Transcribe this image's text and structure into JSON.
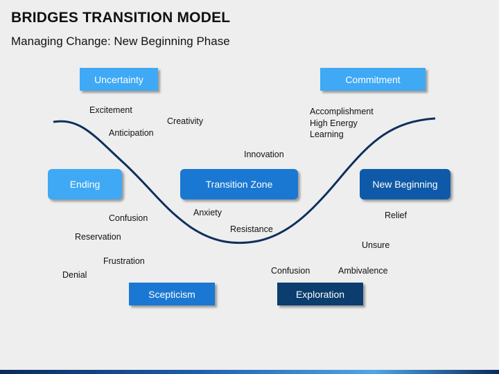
{
  "title": "BRIDGES TRANSITION MODEL",
  "subtitle": "Managing Change: New Beginning Phase",
  "boxes": {
    "uncertainty": "Uncertainty",
    "commitment": "Commitment",
    "ending": "Ending",
    "transition_zone": "Transition Zone",
    "new_beginning": "New Beginning",
    "scepticism": "Scepticism",
    "exploration": "Exploration"
  },
  "labels": {
    "excitement": "Excitement",
    "creativity": "Creativity",
    "anticipation": "Anticipation",
    "accomplishment": "Accomplishment",
    "high_energy": "High Energy",
    "learning": "Learning",
    "innovation": "Innovation",
    "anxiety": "Anxiety",
    "confusion_left": "Confusion",
    "resistance": "Resistance",
    "reservation": "Reservation",
    "relief": "Relief",
    "unsure": "Unsure",
    "frustration": "Frustration",
    "denial": "Denial",
    "confusion_right": "Confusion",
    "ambivalence": "Ambivalence"
  },
  "colors": {
    "light_blue": "#3fa9f5",
    "medium_blue": "#1a78d2",
    "dark_blue": "#1565b8",
    "navy": "#0b3d6e",
    "curve": "#0d2f5c"
  }
}
